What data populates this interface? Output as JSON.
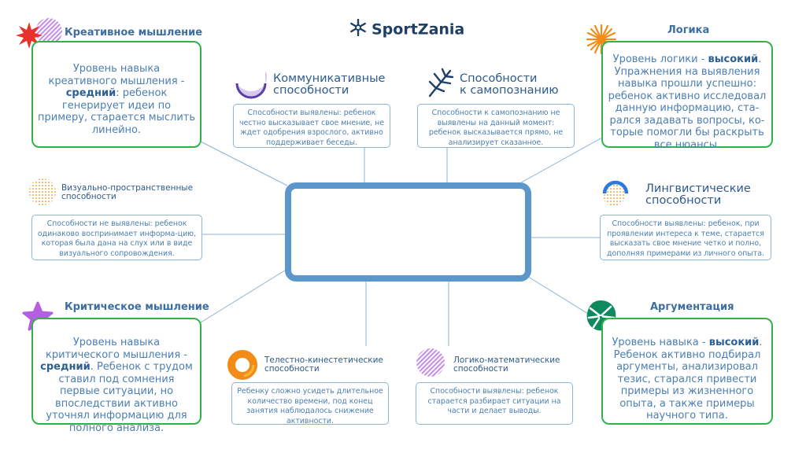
{
  "logo": {
    "text": "SportZania",
    "icon": "snowflake-icon"
  },
  "colors": {
    "green": "#32b34a",
    "blue": "#5b97cb",
    "red": "#e8312a",
    "orange": "#f28c17",
    "violet": "#b45ee0"
  },
  "creative": {
    "title": "Креативное мышление",
    "pre": "Уровень навыка креативного мышления - ",
    "level": "средний",
    "post": ": ребенок генерирует идеи по примеру, старается мыслить линейно."
  },
  "logic": {
    "title": "Логика",
    "pre": "Уровень логики - ",
    "level": "высокий",
    "post": ". Упражнения на выявления навыка прошли успешно: ребенок активно исследовал данную информацию, ста-рался задавать вопросы, ко-торые помогли бы раскрыть все нюансы."
  },
  "critical": {
    "title": "Критическое мышление",
    "pre": "Уровень навыка критического мышления - ",
    "level": "средний",
    "post": ". Ребенок с трудом ставил под сомнения первые ситуации, но впоследствии активно уточнял информацию для полного анализа."
  },
  "argument": {
    "title": "Аргументация",
    "pre": "Уровень навыка - ",
    "level": "высокий",
    "post": ". Ребенок активно подбирал аргументы, анализировал тезис, старался привести примеры из жизненного опыта, а также примеры научного типа."
  },
  "communicative": {
    "title_line1": "Коммуникативные",
    "title_line2": "способности",
    "text": "Способности выявлены: ребенок честно высказывает свое мнение, не ждет одобрения взрослого, активно поддерживает беседы."
  },
  "selfknowledge": {
    "title_line1": "Способности",
    "title_line2": "к самопознанию",
    "text": "Способности к самопознанию не выявлены на данный момент: ребенок высказывается прямо, не анализирует сказанное."
  },
  "visual": {
    "title_line1": "Визуально-пространственные",
    "title_line2": "способности",
    "text": "Способности не выявлены: ребенок одинаково воспринимает информа-цию, которая была дана на слух или в виде визуального сопровождения."
  },
  "linguistic": {
    "title_line1": "Лингвистические",
    "title_line2": "способности",
    "text": "Способности выявлены: ребенок, при проявлении интереса к теме, старается высказать свое мнение четко и полно, дополняя примерами из личного опыта."
  },
  "bodily": {
    "title_line1": "Телестно-кинестетические",
    "title_line2": "способности",
    "text": "Ребенку сложно усидеть длительное количество времени, под конец занятия наблюдалось снижение активности."
  },
  "logmath": {
    "title_line1": "Логико-математические",
    "title_line2": "способности",
    "text": "Способности выявлены: ребенок старается разбирает ситуации на части и делает выводы."
  }
}
